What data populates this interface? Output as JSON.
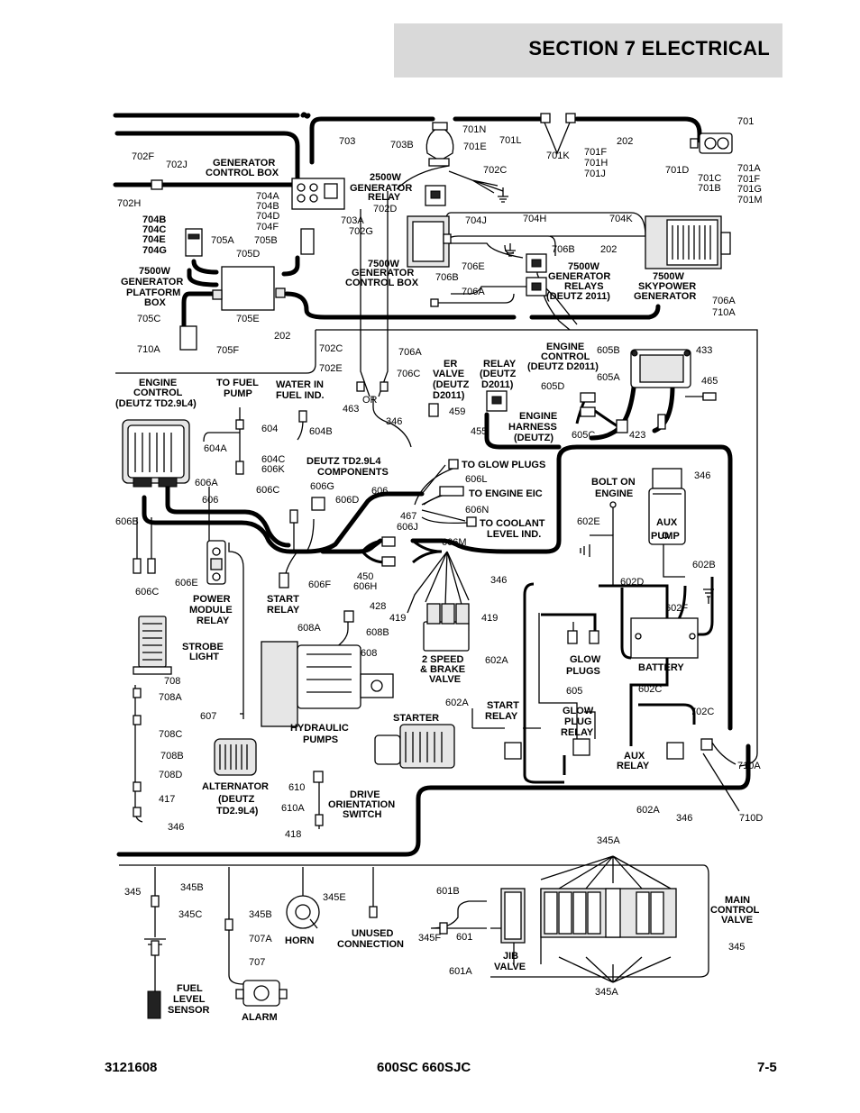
{
  "header": {
    "title": "SECTION 7   ELECTRICAL"
  },
  "footer": {
    "doc_number": "3121608",
    "model": "600SC 660SJC",
    "page": "7-5"
  },
  "labels": [
    {
      "id": "l1",
      "text": "701N"
    },
    {
      "id": "l2",
      "text": "701"
    },
    {
      "id": "l3",
      "text": "703"
    },
    {
      "id": "l4",
      "text": "703B"
    },
    {
      "id": "l5",
      "text": "701E"
    },
    {
      "id": "l6",
      "text": "701L"
    },
    {
      "id": "l7",
      "text": "202"
    },
    {
      "id": "l8",
      "text": "702F"
    },
    {
      "id": "l9",
      "text": "702J"
    },
    {
      "id": "l10",
      "text": "GENERATOR"
    },
    {
      "id": "l11",
      "text": "CONTROL BOX"
    },
    {
      "id": "l12",
      "text": "701F"
    },
    {
      "id": "l13",
      "text": "701H"
    },
    {
      "id": "l14",
      "text": "701J"
    },
    {
      "id": "l15",
      "text": "701K"
    },
    {
      "id": "l16",
      "text": "701D"
    },
    {
      "id": "l17",
      "text": "701C"
    },
    {
      "id": "l18",
      "text": "701B"
    },
    {
      "id": "l19",
      "text": "701A"
    },
    {
      "id": "l20",
      "text": "701F"
    },
    {
      "id": "l21",
      "text": "701G"
    },
    {
      "id": "l22",
      "text": "701M"
    },
    {
      "id": "l23",
      "text": "702C"
    },
    {
      "id": "l24",
      "text": "2500W"
    },
    {
      "id": "l25",
      "text": "GENERATOR"
    },
    {
      "id": "l26",
      "text": "RELAY"
    },
    {
      "id": "l27",
      "text": "702D"
    },
    {
      "id": "l28",
      "text": "702H"
    },
    {
      "id": "l29",
      "text": "704A"
    },
    {
      "id": "l30",
      "text": "704B"
    },
    {
      "id": "l31",
      "text": "704D"
    },
    {
      "id": "l32",
      "text": "704F"
    },
    {
      "id": "l33",
      "text": "705B"
    },
    {
      "id": "l34",
      "text": "703A"
    },
    {
      "id": "l35",
      "text": "702G"
    },
    {
      "id": "l36",
      "text": "704J"
    },
    {
      "id": "l37",
      "text": "704H"
    },
    {
      "id": "l38",
      "text": "704K"
    },
    {
      "id": "l39",
      "text": "704B"
    },
    {
      "id": "l40",
      "text": "704C"
    },
    {
      "id": "l41",
      "text": "704E"
    },
    {
      "id": "l42",
      "text": "704G"
    },
    {
      "id": "l43",
      "text": "705A"
    },
    {
      "id": "l44",
      "text": "705D"
    },
    {
      "id": "l45",
      "text": "706B"
    },
    {
      "id": "l46",
      "text": "202"
    },
    {
      "id": "l47",
      "text": "7500W"
    },
    {
      "id": "l48",
      "text": "GENERATOR"
    },
    {
      "id": "l49",
      "text": "PLATFORM"
    },
    {
      "id": "l50",
      "text": "BOX"
    },
    {
      "id": "l51",
      "text": "7500W"
    },
    {
      "id": "l52",
      "text": "GENERATOR"
    },
    {
      "id": "l53",
      "text": "CONTROL BOX"
    },
    {
      "id": "l54",
      "text": "706E"
    },
    {
      "id": "l55",
      "text": "706B"
    },
    {
      "id": "l56",
      "text": "7500W"
    },
    {
      "id": "l57",
      "text": "GENERATOR"
    },
    {
      "id": "l58",
      "text": "RELAYS"
    },
    {
      "id": "l59",
      "text": "(DEUTZ 2011)"
    },
    {
      "id": "l60",
      "text": "7500W"
    },
    {
      "id": "l61",
      "text": "SKYPOWER"
    },
    {
      "id": "l62",
      "text": "GENERATOR"
    },
    {
      "id": "l63",
      "text": "706A"
    },
    {
      "id": "l64",
      "text": "706A"
    },
    {
      "id": "l65",
      "text": "710A"
    },
    {
      "id": "l66",
      "text": "705C"
    },
    {
      "id": "l67",
      "text": "705E"
    },
    {
      "id": "l68",
      "text": "202"
    },
    {
      "id": "l69",
      "text": "705F"
    },
    {
      "id": "l70",
      "text": "710A"
    },
    {
      "id": "l71",
      "text": "702C"
    },
    {
      "id": "l72",
      "text": "706A"
    },
    {
      "id": "l73",
      "text": "702E"
    },
    {
      "id": "l74",
      "text": "706C"
    },
    {
      "id": "l75",
      "text": "ER"
    },
    {
      "id": "l76",
      "text": "VALVE"
    },
    {
      "id": "l77",
      "text": "(DEUTZ"
    },
    {
      "id": "l78",
      "text": "D2011)"
    },
    {
      "id": "l79",
      "text": "RELAY"
    },
    {
      "id": "l80",
      "text": "(DEUTZ"
    },
    {
      "id": "l81",
      "text": "D2011)"
    },
    {
      "id": "l82",
      "text": "ENGINE"
    },
    {
      "id": "l83",
      "text": "CONTROL"
    },
    {
      "id": "l84",
      "text": "(DEUTZ D2011)"
    },
    {
      "id": "l85",
      "text": "605B"
    },
    {
      "id": "l86",
      "text": "433"
    },
    {
      "id": "l87",
      "text": "605A"
    },
    {
      "id": "l88",
      "text": "ENGINE"
    },
    {
      "id": "l89",
      "text": "CONTROL"
    },
    {
      "id": "l90",
      "text": "(DEUTZ TD2.9L4)"
    },
    {
      "id": "l91",
      "text": "TO FUEL"
    },
    {
      "id": "l92",
      "text": "PUMP"
    },
    {
      "id": "l93",
      "text": "WATER IN"
    },
    {
      "id": "l94",
      "text": "FUEL IND."
    },
    {
      "id": "l95",
      "text": "OR"
    },
    {
      "id": "l96",
      "text": "463"
    },
    {
      "id": "l97",
      "text": "346"
    },
    {
      "id": "l98",
      "text": "459"
    },
    {
      "id": "l99",
      "text": "605D"
    },
    {
      "id": "l100",
      "text": "465"
    },
    {
      "id": "l101",
      "text": "604"
    },
    {
      "id": "l102",
      "text": "604B"
    },
    {
      "id": "l103",
      "text": "604A"
    },
    {
      "id": "l104",
      "text": "455"
    },
    {
      "id": "l105",
      "text": "ENGINE"
    },
    {
      "id": "l106",
      "text": "HARNESS"
    },
    {
      "id": "l107",
      "text": "(DEUTZ)"
    },
    {
      "id": "l108",
      "text": "605C"
    },
    {
      "id": "l109",
      "text": "423"
    },
    {
      "id": "l110",
      "text": "604C"
    },
    {
      "id": "l111",
      "text": "606K"
    },
    {
      "id": "l112",
      "text": "DEUTZ TD2.9L4"
    },
    {
      "id": "l113",
      "text": "COMPONENTS"
    },
    {
      "id": "l114",
      "text": "TO GLOW PLUGS"
    },
    {
      "id": "l115",
      "text": "606L"
    },
    {
      "id": "l116",
      "text": "346"
    },
    {
      "id": "l117",
      "text": "606A"
    },
    {
      "id": "l118",
      "text": "606C"
    },
    {
      "id": "l119",
      "text": "606G"
    },
    {
      "id": "l120",
      "text": "606"
    },
    {
      "id": "l121",
      "text": "TO ENGINE EIC"
    },
    {
      "id": "l122",
      "text": "BOLT ON"
    },
    {
      "id": "l123",
      "text": "ENGINE"
    },
    {
      "id": "l124",
      "text": "606"
    },
    {
      "id": "l125",
      "text": "606D"
    },
    {
      "id": "l126",
      "text": "606N"
    },
    {
      "id": "l127",
      "text": "467"
    },
    {
      "id": "l128",
      "text": "TO COOLANT"
    },
    {
      "id": "l129",
      "text": "LEVEL IND."
    },
    {
      "id": "l130",
      "text": "606J"
    },
    {
      "id": "l131",
      "text": "602E"
    },
    {
      "id": "l132",
      "text": "AUX"
    },
    {
      "id": "l133",
      "text": "PUMP"
    },
    {
      "id": "l134",
      "text": "606B"
    },
    {
      "id": "l135",
      "text": "606M"
    },
    {
      "id": "l136",
      "text": "346"
    },
    {
      "id": "l137",
      "text": "602B"
    },
    {
      "id": "l138",
      "text": "606E"
    },
    {
      "id": "l139",
      "text": "606C"
    },
    {
      "id": "l140",
      "text": "450"
    },
    {
      "id": "l141",
      "text": "606H"
    },
    {
      "id": "l142",
      "text": "606F"
    },
    {
      "id": "l143",
      "text": "602D"
    },
    {
      "id": "l144",
      "text": "POWER"
    },
    {
      "id": "l145",
      "text": "MODULE"
    },
    {
      "id": "l146",
      "text": "RELAY"
    },
    {
      "id": "l147",
      "text": "START"
    },
    {
      "id": "l148",
      "text": "RELAY"
    },
    {
      "id": "l149",
      "text": "428"
    },
    {
      "id": "l150",
      "text": "419"
    },
    {
      "id": "l151",
      "text": "419"
    },
    {
      "id": "l152",
      "text": "602F"
    },
    {
      "id": "l153",
      "text": "608A"
    },
    {
      "id": "l154",
      "text": "608B"
    },
    {
      "id": "l155",
      "text": "STROBE"
    },
    {
      "id": "l156",
      "text": "LIGHT"
    },
    {
      "id": "l157",
      "text": "608"
    },
    {
      "id": "l158",
      "text": "2 SPEED"
    },
    {
      "id": "l159",
      "text": "& BRAKE"
    },
    {
      "id": "l160",
      "text": "VALVE"
    },
    {
      "id": "l161",
      "text": "602A"
    },
    {
      "id": "l162",
      "text": "GLOW"
    },
    {
      "id": "l163",
      "text": "PLUGS"
    },
    {
      "id": "l164",
      "text": "BATTERY"
    },
    {
      "id": "l165",
      "text": "708"
    },
    {
      "id": "l166",
      "text": "708A"
    },
    {
      "id": "l167",
      "text": "605"
    },
    {
      "id": "l168",
      "text": "602C"
    },
    {
      "id": "l169",
      "text": "607"
    },
    {
      "id": "l170",
      "text": "602A"
    },
    {
      "id": "l171",
      "text": "START"
    },
    {
      "id": "l172",
      "text": "RELAY"
    },
    {
      "id": "l173",
      "text": "GLOW"
    },
    {
      "id": "l174",
      "text": "PLUG"
    },
    {
      "id": "l175",
      "text": "RELAY"
    },
    {
      "id": "l176",
      "text": "702C"
    },
    {
      "id": "l177",
      "text": "708C"
    },
    {
      "id": "l178",
      "text": "HYDRAULIC"
    },
    {
      "id": "l179",
      "text": "PUMPS"
    },
    {
      "id": "l180",
      "text": "STARTER"
    },
    {
      "id": "l181",
      "text": "708B"
    },
    {
      "id": "l182",
      "text": "AUX"
    },
    {
      "id": "l183",
      "text": "RELAY"
    },
    {
      "id": "l184",
      "text": "710A"
    },
    {
      "id": "l185",
      "text": "708D"
    },
    {
      "id": "l186",
      "text": "ALTERNATOR"
    },
    {
      "id": "l187",
      "text": "(DEUTZ"
    },
    {
      "id": "l188",
      "text": "TD2.9L4)"
    },
    {
      "id": "l189",
      "text": "610"
    },
    {
      "id": "l190",
      "text": "DRIVE"
    },
    {
      "id": "l191",
      "text": "ORIENTATION"
    },
    {
      "id": "l192",
      "text": "SWITCH"
    },
    {
      "id": "l193",
      "text": "417"
    },
    {
      "id": "l194",
      "text": "610A"
    },
    {
      "id": "l195",
      "text": "602A"
    },
    {
      "id": "l196",
      "text": "346"
    },
    {
      "id": "l197",
      "text": "710D"
    },
    {
      "id": "l198",
      "text": "346"
    },
    {
      "id": "l199",
      "text": "418"
    },
    {
      "id": "l200",
      "text": "345A"
    },
    {
      "id": "l201",
      "text": "345"
    },
    {
      "id": "l202",
      "text": "345B"
    },
    {
      "id": "l203",
      "text": "345E"
    },
    {
      "id": "l204",
      "text": "601B"
    },
    {
      "id": "l205",
      "text": "MAIN"
    },
    {
      "id": "l206",
      "text": "CONTROL"
    },
    {
      "id": "l207",
      "text": "VALVE"
    },
    {
      "id": "l208",
      "text": "345C"
    },
    {
      "id": "l209",
      "text": "345B"
    },
    {
      "id": "l210",
      "text": "UNUSED"
    },
    {
      "id": "l211",
      "text": "CONNECTION"
    },
    {
      "id": "l212",
      "text": "345F"
    },
    {
      "id": "l213",
      "text": "601"
    },
    {
      "id": "l214",
      "text": "345"
    },
    {
      "id": "l215",
      "text": "707A"
    },
    {
      "id": "l216",
      "text": "HORN"
    },
    {
      "id": "l217",
      "text": "JIB"
    },
    {
      "id": "l218",
      "text": "VALVE"
    },
    {
      "id": "l219",
      "text": "707"
    },
    {
      "id": "l220",
      "text": "601A"
    },
    {
      "id": "l221",
      "text": "FUEL"
    },
    {
      "id": "l222",
      "text": "LEVEL"
    },
    {
      "id": "l223",
      "text": "SENSOR"
    },
    {
      "id": "l224",
      "text": "ALARM"
    },
    {
      "id": "l225",
      "text": "345A"
    }
  ]
}
